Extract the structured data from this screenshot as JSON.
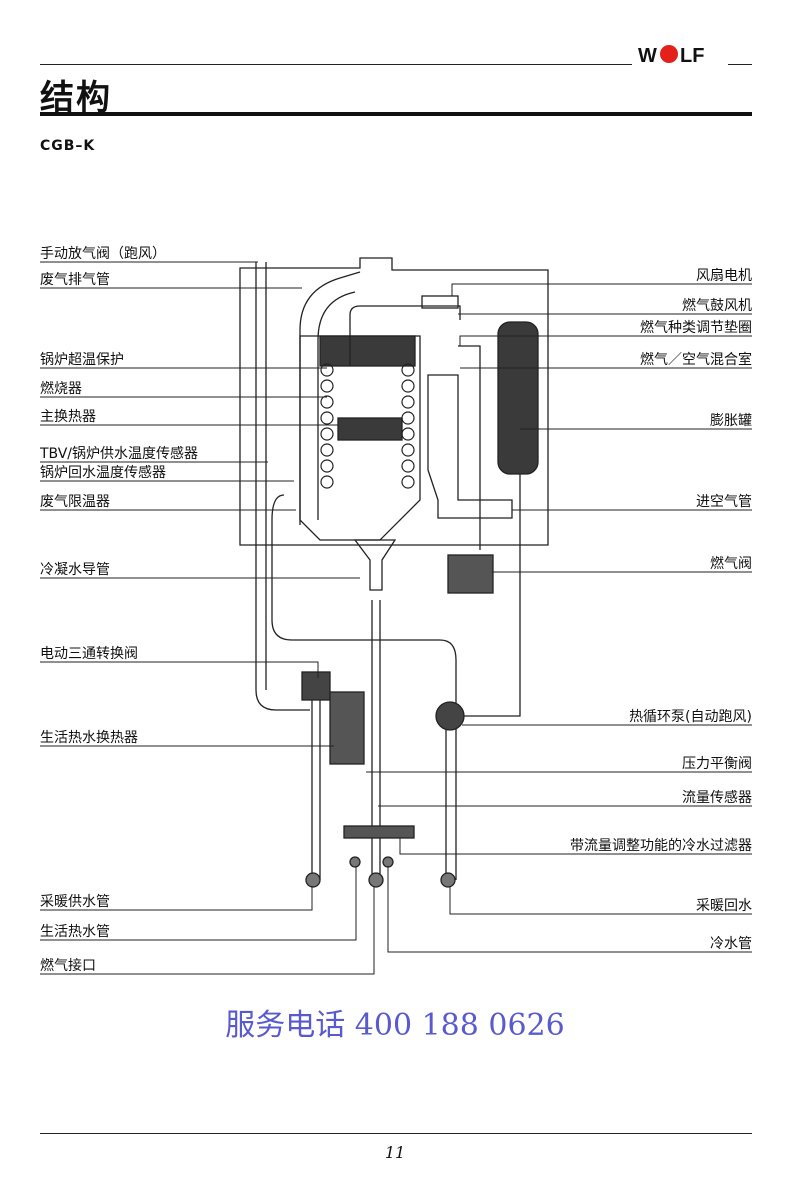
{
  "header": {
    "brand": "WOLF",
    "title": "结构"
  },
  "model": "CGB–K",
  "labels_left": [
    "手动放气阀（跑风）",
    "废气排气管",
    "锅炉超温保护",
    "燃烧器",
    "主换热器",
    "TBV/锅炉供水温度传感器",
    "锅炉回水温度传感器",
    "废气限温器",
    "冷凝水导管",
    "电动三通转换阀",
    "生活热水换热器",
    "采暖供水管",
    "生活热水管",
    "燃气接口"
  ],
  "labels_right": [
    "风扇电机",
    "燃气鼓风机",
    "燃气种类调节垫圈",
    "燃气／空气混合室",
    "膨胀罐",
    "进空气管",
    "燃气阀",
    "热循环泵(自动跑风)",
    "压力平衡阀",
    "流量传感器",
    "带流量调整功能的冷水过滤器",
    "采暖回水",
    "冷水管"
  ],
  "service": "服务电话 400 188 0626",
  "page_number": "11"
}
